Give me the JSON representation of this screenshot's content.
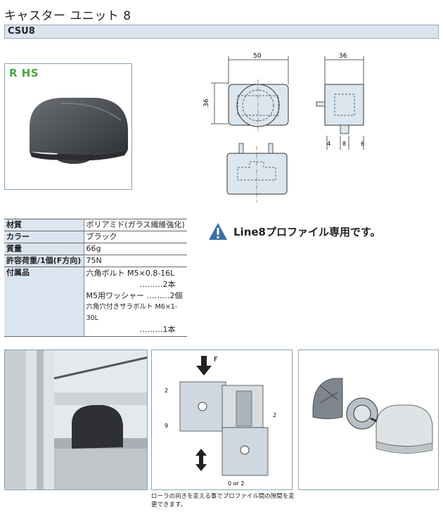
{
  "header": {
    "title": "キャスター ユニット 8",
    "code": "CSU8"
  },
  "rohs": "R HS",
  "drawing": {
    "front_width": "50",
    "front_height": "36",
    "side_width": "36",
    "side_dims": [
      "4",
      "8",
      "6"
    ]
  },
  "specs": {
    "rows": [
      {
        "key": "材質",
        "value": "ポリアミド(ガラス繊維強化)"
      },
      {
        "key": "カラー",
        "value": "ブラック"
      },
      {
        "key": "質量",
        "value": "66g"
      },
      {
        "key": "許容荷重/1個(F方向)",
        "value": "75N"
      }
    ],
    "accessory_key": "付属品",
    "accessories": {
      "line1": "六角ボルト M5×0.8-16L",
      "line2": "………2本",
      "line3": "M5用ワッシャー ………2個",
      "line4": "六角穴付きサラボルト M6×1-30L",
      "line5": "………1本"
    }
  },
  "notice": "Line8プロファイル専用です。",
  "diagram2": {
    "force_label": "F",
    "dim_a": "2",
    "dim_b": "9",
    "dim_c": "2",
    "dim_d": "0 or 2"
  },
  "caption": "ローラの向きを変える事でプロファイル間の隙間を変更できます。",
  "colors": {
    "accent_bar": "#dbe5f0",
    "border": "#8aa2b3",
    "rohs_green": "#45a845",
    "warning_blue": "#3a6fa8"
  }
}
